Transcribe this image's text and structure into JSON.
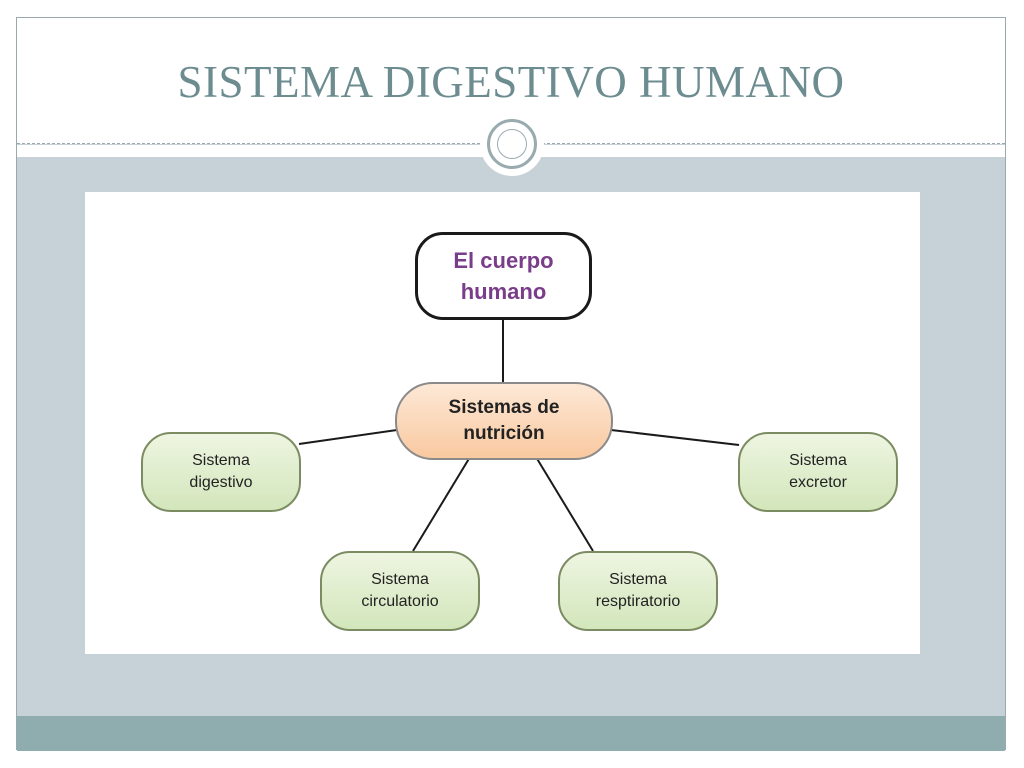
{
  "slide": {
    "title": "SISTEMA DIGESTIVO HUMANO"
  },
  "diagram": {
    "root": {
      "line1": "El cuerpo",
      "line2": "humano"
    },
    "center": {
      "line1": "Sistemas de",
      "line2": "nutrición"
    },
    "leaves": [
      {
        "line1": "Sistema",
        "line2": "digestivo"
      },
      {
        "line1": "Sistema",
        "line2": "excretor"
      },
      {
        "line1": "Sistema",
        "line2": "circulatorio"
      },
      {
        "line1": "Sistema",
        "line2": "resptiratorio"
      }
    ]
  },
  "colors": {
    "title": "#6c8c90",
    "root_text": "#7a3d8a",
    "center_fill": "#f9c9a0",
    "leaf_fill": "#d3e6bb",
    "background": "#c6d2d7",
    "footer": "#8fadae"
  }
}
